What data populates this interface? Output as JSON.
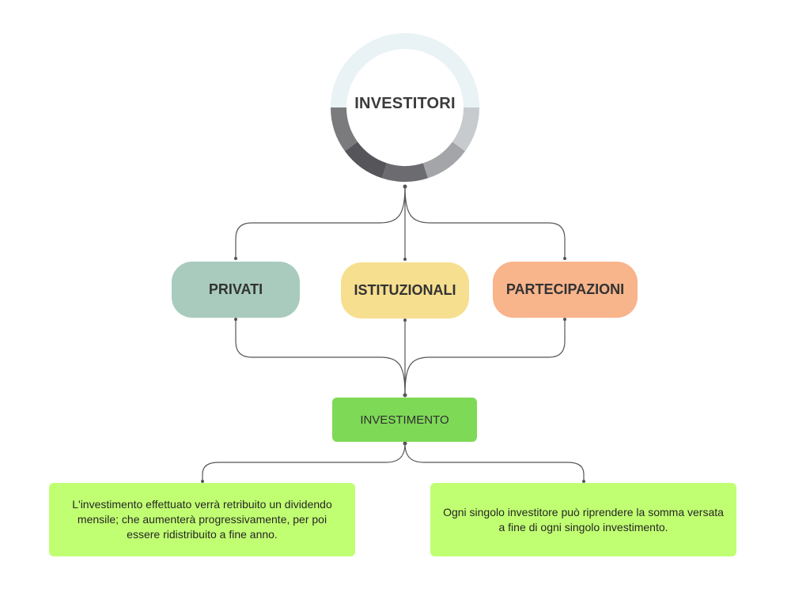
{
  "colors": {
    "ring_top": "#e9f2f5",
    "ring_segments": [
      "#7b7b7d",
      "#55555a",
      "#6c6c70",
      "#a3a5a8",
      "#c7cbce"
    ],
    "connector": "#555555",
    "privati": "#a8cbbd",
    "istituzionali": "#f6df8f",
    "partecipazioni": "#f8b48b",
    "investimento": "#7ed957",
    "textbox": "#c1ff72"
  },
  "hub": {
    "label": "INVESTITORI"
  },
  "categories": [
    {
      "id": "privati",
      "label": "PRIVATI"
    },
    {
      "id": "istituzionali",
      "label": "ISTITUZIONALI"
    },
    {
      "id": "partecipazioni",
      "label": "PARTECIPAZIONI"
    }
  ],
  "investimento": {
    "label": "INVESTIMENTO"
  },
  "outcomes": [
    {
      "text": "L'investimento effettuato verrà retribuito un dividendo mensile;  che aumenterà progressivamente,  per poi essere ridistribuito a fine anno."
    },
    {
      "text": "Ogni singolo investitore può riprendere la somma versata a fine di ogni singolo investimento."
    }
  ]
}
